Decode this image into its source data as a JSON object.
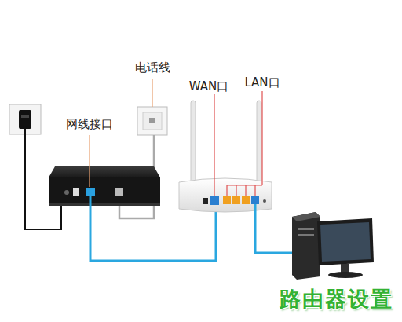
{
  "diagram": {
    "labels": [
      "电话线",
      "网线接口",
      "WAN口",
      "LAN口",
      "路由器设置"
    ]
  }
}
